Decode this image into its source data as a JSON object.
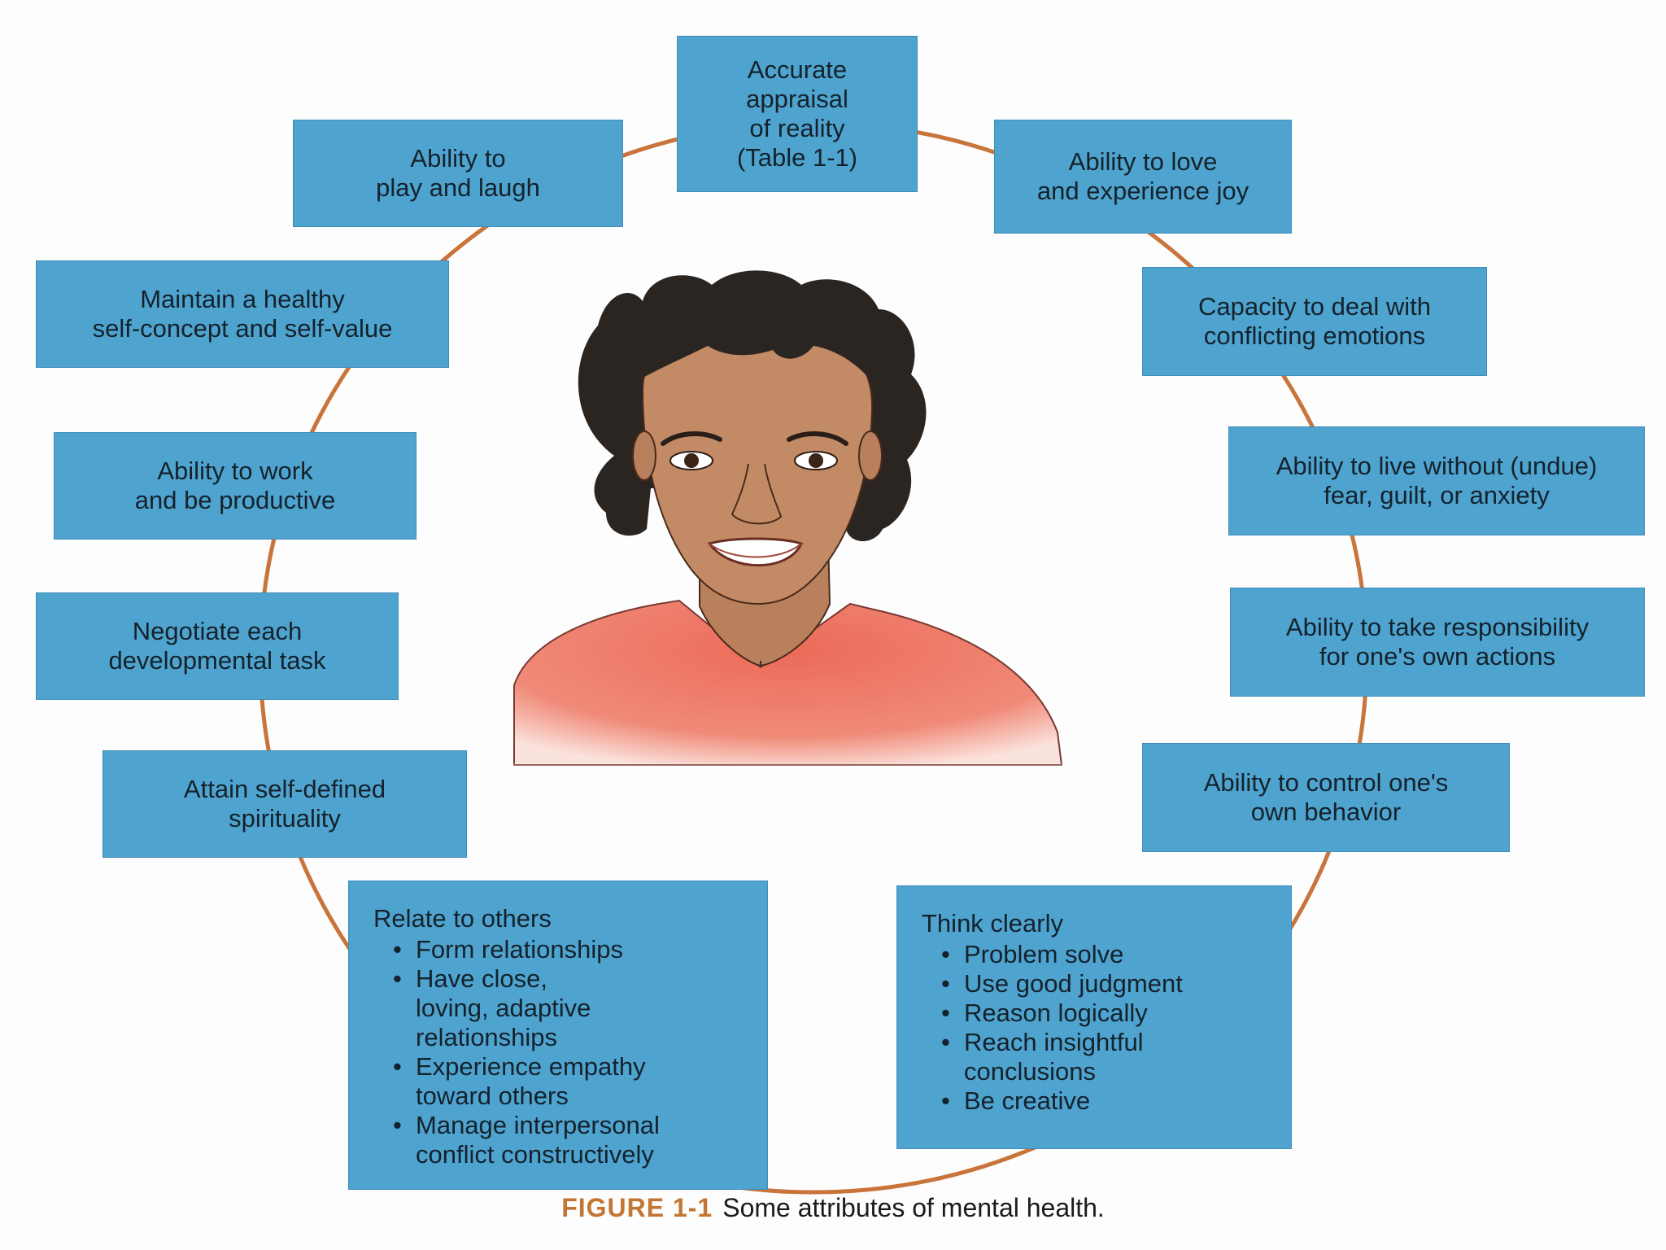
{
  "diagram": {
    "ring_color": "#c8743a",
    "box_color": "#4fa3cf",
    "box_text_color": "#14222c",
    "center_image": "woman-portrait",
    "boxes": [
      {
        "id": "accurate-appraisal",
        "text": "Accurate\nappraisal\nof reality\n(Table 1-1)"
      },
      {
        "id": "love-joy",
        "text": "Ability to love\nand experience joy"
      },
      {
        "id": "conflicting-emotions",
        "text": "Capacity to deal with\nconflicting emotions"
      },
      {
        "id": "live-without-fear",
        "text": "Ability to live without (undue)\nfear, guilt, or anxiety"
      },
      {
        "id": "take-responsibility",
        "text": "Ability to take responsibility\nfor one's own actions"
      },
      {
        "id": "control-behavior",
        "text": "Ability to control one's\nown behavior"
      },
      {
        "id": "work-productive",
        "text": "Ability to work\nand be productive"
      },
      {
        "id": "developmental-task",
        "text": "Negotiate each\ndevelopmental task"
      },
      {
        "id": "spirituality",
        "text": "Attain self-defined\nspirituality"
      },
      {
        "id": "self-concept",
        "text": "Maintain a healthy\nself-concept and self-value"
      },
      {
        "id": "play-laugh",
        "text": "Ability to\nplay and laugh"
      }
    ],
    "relate": {
      "title": "Relate to others",
      "items": [
        "Form relationships",
        "Have close,\nloving, adaptive\nrelationships",
        "Experience empathy\ntoward others",
        "Manage interpersonal\nconflict constructively"
      ]
    },
    "think": {
      "title": "Think clearly",
      "items": [
        "Problem solve",
        "Use good judgment",
        "Reason logically",
        "Reach insightful\nconclusions",
        "Be creative"
      ]
    }
  },
  "caption": {
    "figure_label": "FIGURE 1-1",
    "text": "Some attributes of mental health.",
    "label_color": "#c37632"
  }
}
